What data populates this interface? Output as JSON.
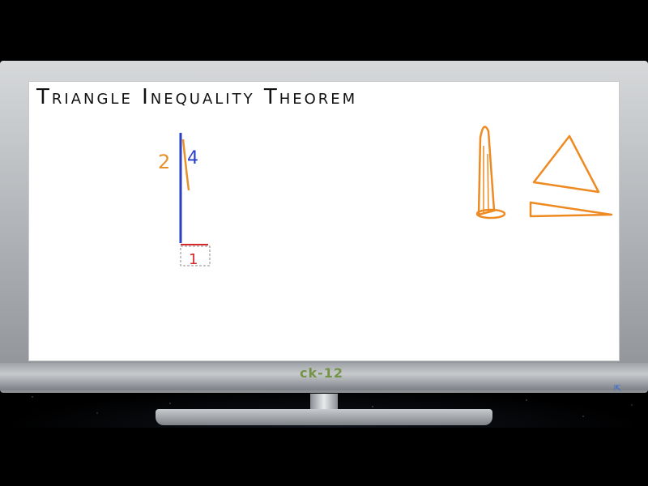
{
  "slide": {
    "title": "Triangle Inequality Theorem",
    "labels": {
      "segment_short": "2",
      "segment_long": "4",
      "segment_base": "1"
    }
  },
  "branding": {
    "logo_text": "ck-12"
  },
  "colors": {
    "background": "#000000",
    "whiteboard": "#ffffff",
    "blue_segment": "#2a3fc8",
    "orange_segment": "#e8902a",
    "red_segment": "#d9282a",
    "triangle_stroke": "#ee8a22"
  },
  "icons": {
    "corner": "fullscreen-icon"
  }
}
